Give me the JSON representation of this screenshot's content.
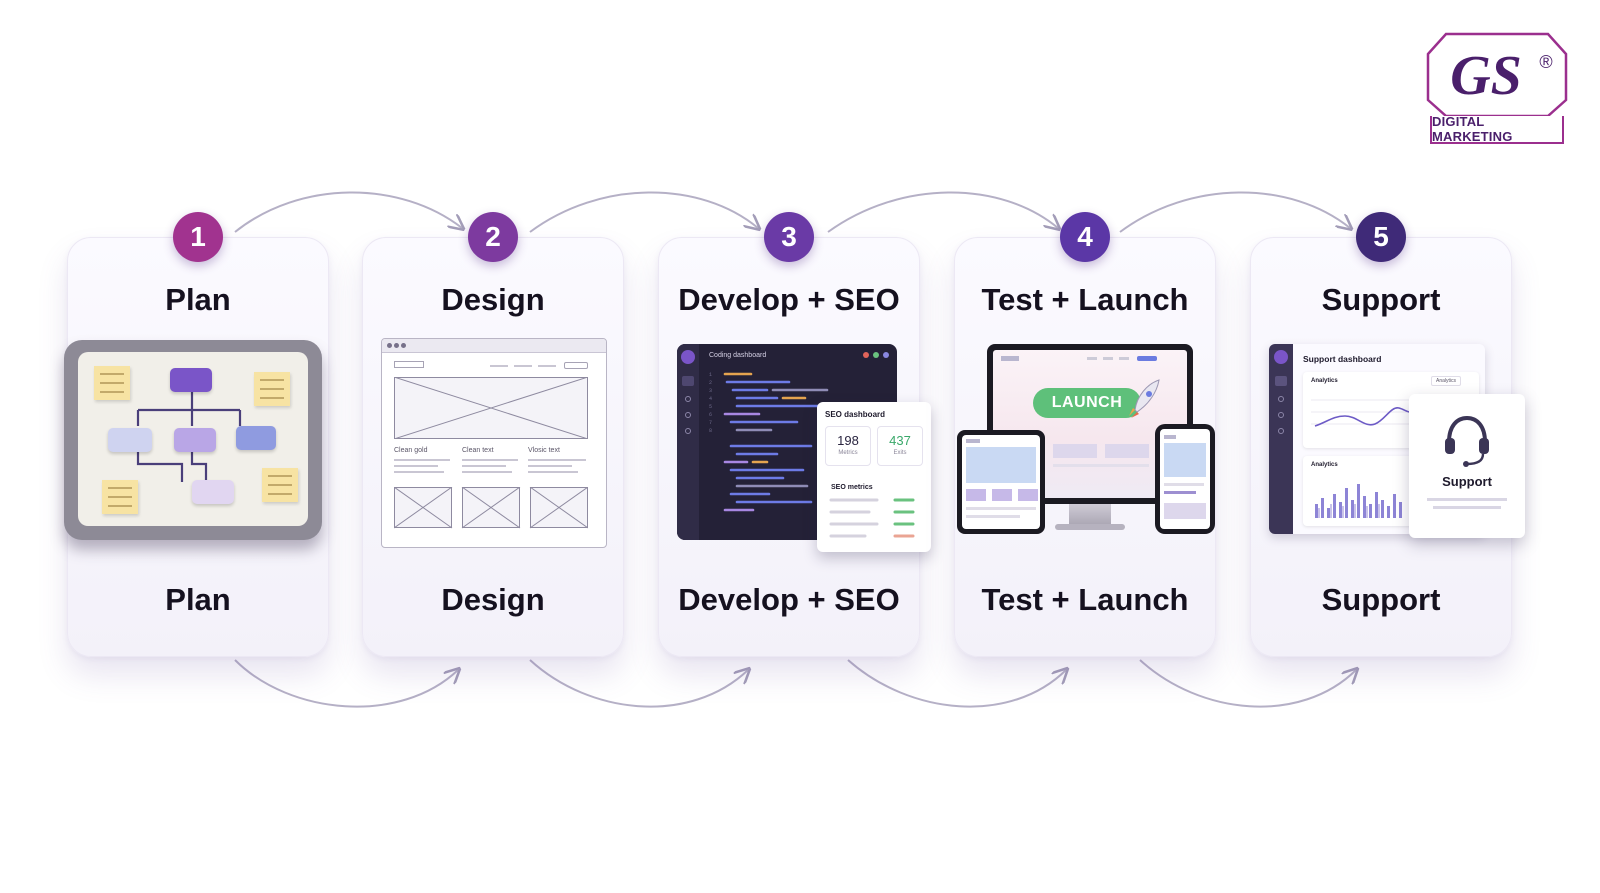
{
  "brand": {
    "logo_text": "GS",
    "registered_mark": "®",
    "tagline": "DIGITAL MARKETING",
    "primary_color": "#4a1f6b",
    "accent_color": "#9b2f8e"
  },
  "steps": [
    {
      "number": "1",
      "title": "Plan",
      "caption": "Plan",
      "badge_color": "#a1338f"
    },
    {
      "number": "2",
      "title": "Design",
      "caption": "Design",
      "badge_color": "#7d3a9f"
    },
    {
      "number": "3",
      "title": "Develop + SEO",
      "caption": "Develop + SEO",
      "badge_color": "#6a3aa6"
    },
    {
      "number": "4",
      "title": "Test + Launch",
      "caption": "Test + Launch",
      "badge_color": "#5b37a6"
    },
    {
      "number": "5",
      "title": "Support",
      "caption": "Support",
      "badge_color": "#3f2a78"
    }
  ],
  "design_wireframe": {
    "labels": [
      "Clean gold",
      "Clean text",
      "Vlosic text"
    ]
  },
  "develop": {
    "window_title": "Coding dashboard",
    "seo_title": "SEO dashboard",
    "metrics": [
      {
        "value": "198",
        "label": "Metrics",
        "color": "#2a2540"
      },
      {
        "value": "437",
        "label": "Exits",
        "color": "#3aa86a"
      }
    ],
    "seo_metrics_title": "SEO metrics"
  },
  "launch": {
    "label": "LAUNCH"
  },
  "support": {
    "dashboard_title": "Support dashboard",
    "analytics_label": "Analytics",
    "analytics_dropdown": "Analytics",
    "analytics_label_2": "Analytics",
    "card_label": "Support"
  }
}
